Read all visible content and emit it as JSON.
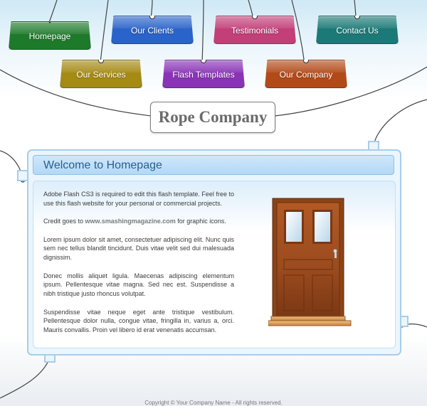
{
  "nav": {
    "homepage": "Homepage",
    "our_clients": "Our Clients",
    "testimonials": "Testimonials",
    "contact_us": "Contact Us",
    "our_services": "Our Services",
    "flash_templates": "Flash Templates",
    "our_company": "Our Company"
  },
  "colors": {
    "homepage": "#1e7a2b",
    "our_clients": "#2a63c9",
    "testimonials": "#c23f78",
    "contact_us": "#1b7a77",
    "our_services": "#a58a14",
    "flash_templates": "#8a33b6",
    "our_company": "#b24a18"
  },
  "logo": {
    "text": "Rope Company"
  },
  "panel": {
    "title": "Welcome to Homepage",
    "p1": "Adobe Flash CS3 is required to edit this flash template. Feel free to use this flash website for your personal or commercial projects.",
    "credit_prefix": "Credit goes to ",
    "credit_link": "www.smashingmagazine.com",
    "credit_suffix": " for graphic icons.",
    "p3": "Lorem ipsum dolor sit amet, consectetuer adipiscing elit. Nunc quis sem nec tellus blandit tincidunt. Duis vitae velit sed dui malesuada dignissim.",
    "p4": "Donec mollis aliquet ligula. Maecenas adipiscing elementum ipsum. Pellentesque vitae magna. Sed nec est. Suspendisse a nibh tristique justo rhoncus volutpat.",
    "p5": "Suspendisse vitae neque eget ante tristique vestibulum. Pellentesque dolor nulla, congue vitae, fringilla in, varius a, orci. Mauris convallis. Proin vel libero id erat venenatis accumsan."
  },
  "footer": {
    "text": "Copyright © Your Company Name - All rights reserved."
  }
}
